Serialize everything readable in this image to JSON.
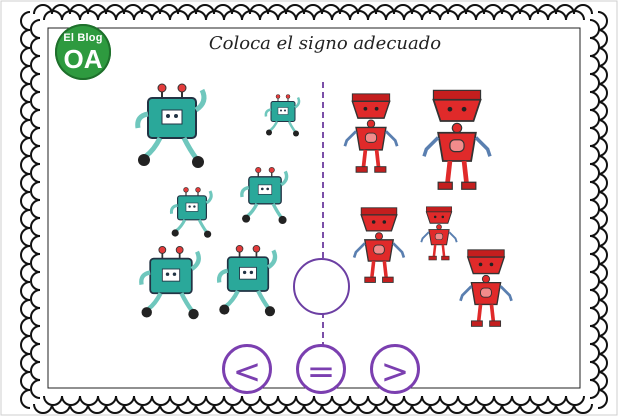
{
  "logo": {
    "top_text": "El Blog",
    "main_text": "OA"
  },
  "title": "Coloca el signo adecuado",
  "colors": {
    "green_robot": "#2aa89a",
    "red_robot": "#e02a2a",
    "accent": "#7b3fb0"
  },
  "groups": {
    "left": {
      "robot_color": "green",
      "count": 6
    },
    "right": {
      "robot_color": "red",
      "count": 5
    }
  },
  "answer_slot": {
    "value": ""
  },
  "signs": [
    {
      "label": "<",
      "name": "less-than-button"
    },
    {
      "label": "=",
      "name": "equals-button"
    },
    {
      "label": ">",
      "name": "greater-than-button"
    }
  ]
}
